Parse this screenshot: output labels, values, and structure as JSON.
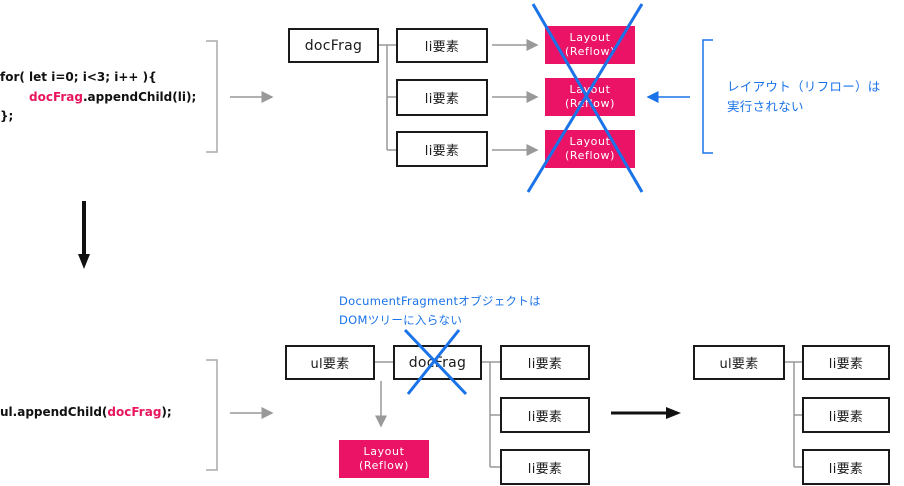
{
  "top": {
    "code": {
      "line1": "for( let i=0; i<3; i++ ){",
      "line2_var": "docFrag",
      "line2_rest": ".appendChild(li);",
      "line3": "};"
    },
    "docfrag_label": "docFrag",
    "li_items": [
      "li要素",
      "li要素",
      "li要素"
    ],
    "layouts": [
      {
        "line1": "Layout",
        "line2": "(Reflow)"
      },
      {
        "line1": "Layout",
        "line2": "(Reflow)"
      },
      {
        "line1": "Layout",
        "line2": "(Reflow)"
      }
    ],
    "note": {
      "line1": "レイアウト（リフロー）は",
      "line2": "実行されない"
    }
  },
  "bottom": {
    "code": {
      "prefix": "ul.appendChild(",
      "var": "docFrag",
      "suffix": ");"
    },
    "note": {
      "line1": "DocumentFragmentオブジェクトは",
      "line2": "DOMツリーに入らない"
    },
    "ul_label": "ul要素",
    "docfrag_label": "docFrag",
    "layout": {
      "line1": "Layout",
      "line2": "(Reflow)"
    },
    "li_items": [
      "li要素",
      "li要素",
      "li要素"
    ],
    "result": {
      "ul_label": "ul要素",
      "li_items": [
        "li要素",
        "li要素",
        "li要素"
      ]
    }
  },
  "colors": {
    "accent": "#ea1366",
    "note": "#1a73e8",
    "cross": "#1a73e8",
    "connector": "#999999"
  }
}
